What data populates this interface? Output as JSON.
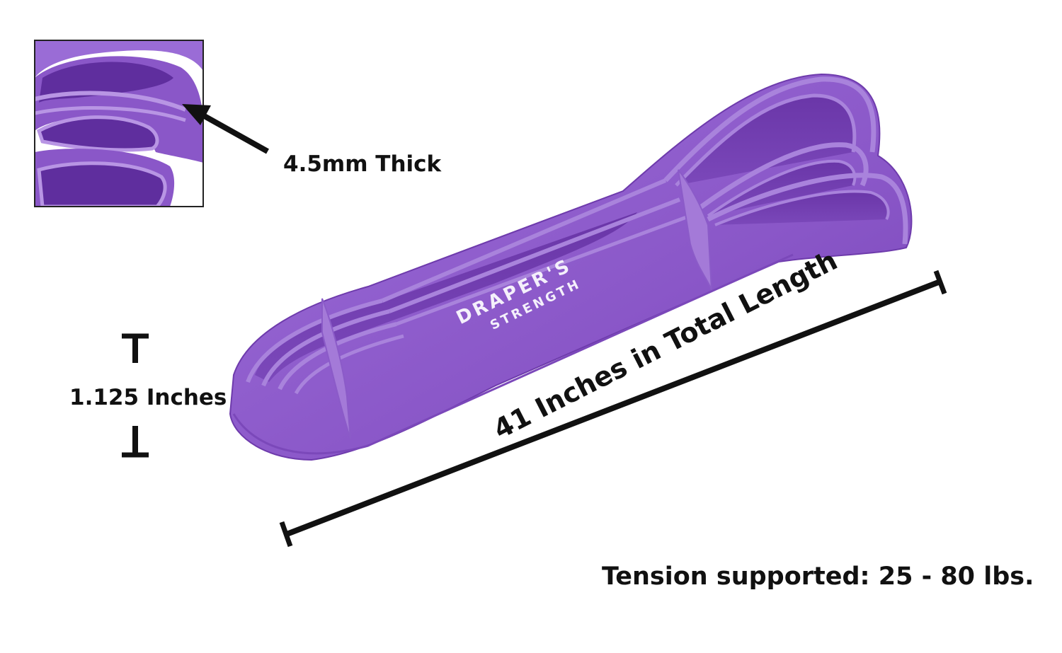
{
  "inset": {
    "thickness_label": "4.5mm Thick"
  },
  "dimensions": {
    "width_label": "1.125 Inches",
    "length_label": "41 Inches in Total Length"
  },
  "brand": {
    "line1": "DRAPER'S",
    "line2": "STRENGTH"
  },
  "specs": {
    "tension_label": "Tension supported: 25 - 80 lbs."
  },
  "colors": {
    "band": "#8c5cc9",
    "band_dark": "#6f3fae",
    "band_light": "#a77ed9",
    "ink": "#111111"
  }
}
